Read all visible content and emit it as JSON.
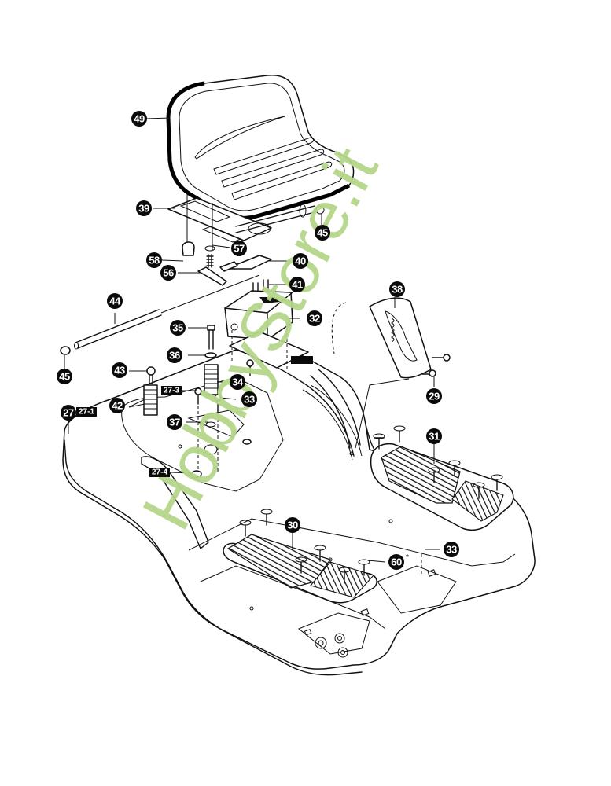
{
  "diagram": {
    "title": "Seat and footrest assembly — exploded parts diagram",
    "watermark": "HobbyStore.it",
    "watermark_color": "#b5d68a",
    "callouts": [
      {
        "id": "c49",
        "label": "49",
        "part": "seat"
      },
      {
        "id": "c39",
        "label": "39",
        "part": "seat-mounting-plate"
      },
      {
        "id": "c45a",
        "label": "45",
        "part": "pivot-rod-end-cap-right"
      },
      {
        "id": "c57",
        "label": "57",
        "part": "washer"
      },
      {
        "id": "c58",
        "label": "58",
        "part": "seat-switch"
      },
      {
        "id": "c56",
        "label": "56",
        "part": "seat-adjustment-knob"
      },
      {
        "id": "c40",
        "label": "40",
        "part": "bracket-plate"
      },
      {
        "id": "c41",
        "label": "41",
        "part": "stud-bolts"
      },
      {
        "id": "c44",
        "label": "44",
        "part": "pivot-rod"
      },
      {
        "id": "c32",
        "label": "32",
        "part": "seat-support-housing"
      },
      {
        "id": "c38",
        "label": "38",
        "part": "adjustment-rail"
      },
      {
        "id": "c35",
        "label": "35",
        "part": "bolt"
      },
      {
        "id": "c36",
        "label": "36",
        "part": "washer"
      },
      {
        "id": "c45b",
        "label": "45",
        "part": "pivot-rod-end-cap-left"
      },
      {
        "id": "c43",
        "label": "43",
        "part": "screw"
      },
      {
        "id": "c34",
        "label": "34",
        "part": "spring"
      },
      {
        "id": "c29",
        "label": "29",
        "part": "screw"
      },
      {
        "id": "c42",
        "label": "42",
        "part": "springs"
      },
      {
        "id": "c33a",
        "label": "33",
        "part": "screw"
      },
      {
        "id": "c27",
        "label": "27",
        "part": "body-pan"
      },
      {
        "id": "c37",
        "label": "37",
        "part": "nut"
      },
      {
        "id": "c31",
        "label": "31",
        "part": "right-footrest-mat"
      },
      {
        "id": "c30",
        "label": "30",
        "part": "left-footrest-mat"
      },
      {
        "id": "c60",
        "label": "60",
        "part": "push-rivet",
        "note": "*"
      },
      {
        "id": "c33b",
        "label": "33",
        "part": "screw"
      }
    ],
    "tags": [
      {
        "id": "t27-1",
        "label": "27-1"
      },
      {
        "id": "t27-3",
        "label": "27-3"
      },
      {
        "id": "t27-4",
        "label": "27-4"
      }
    ]
  }
}
